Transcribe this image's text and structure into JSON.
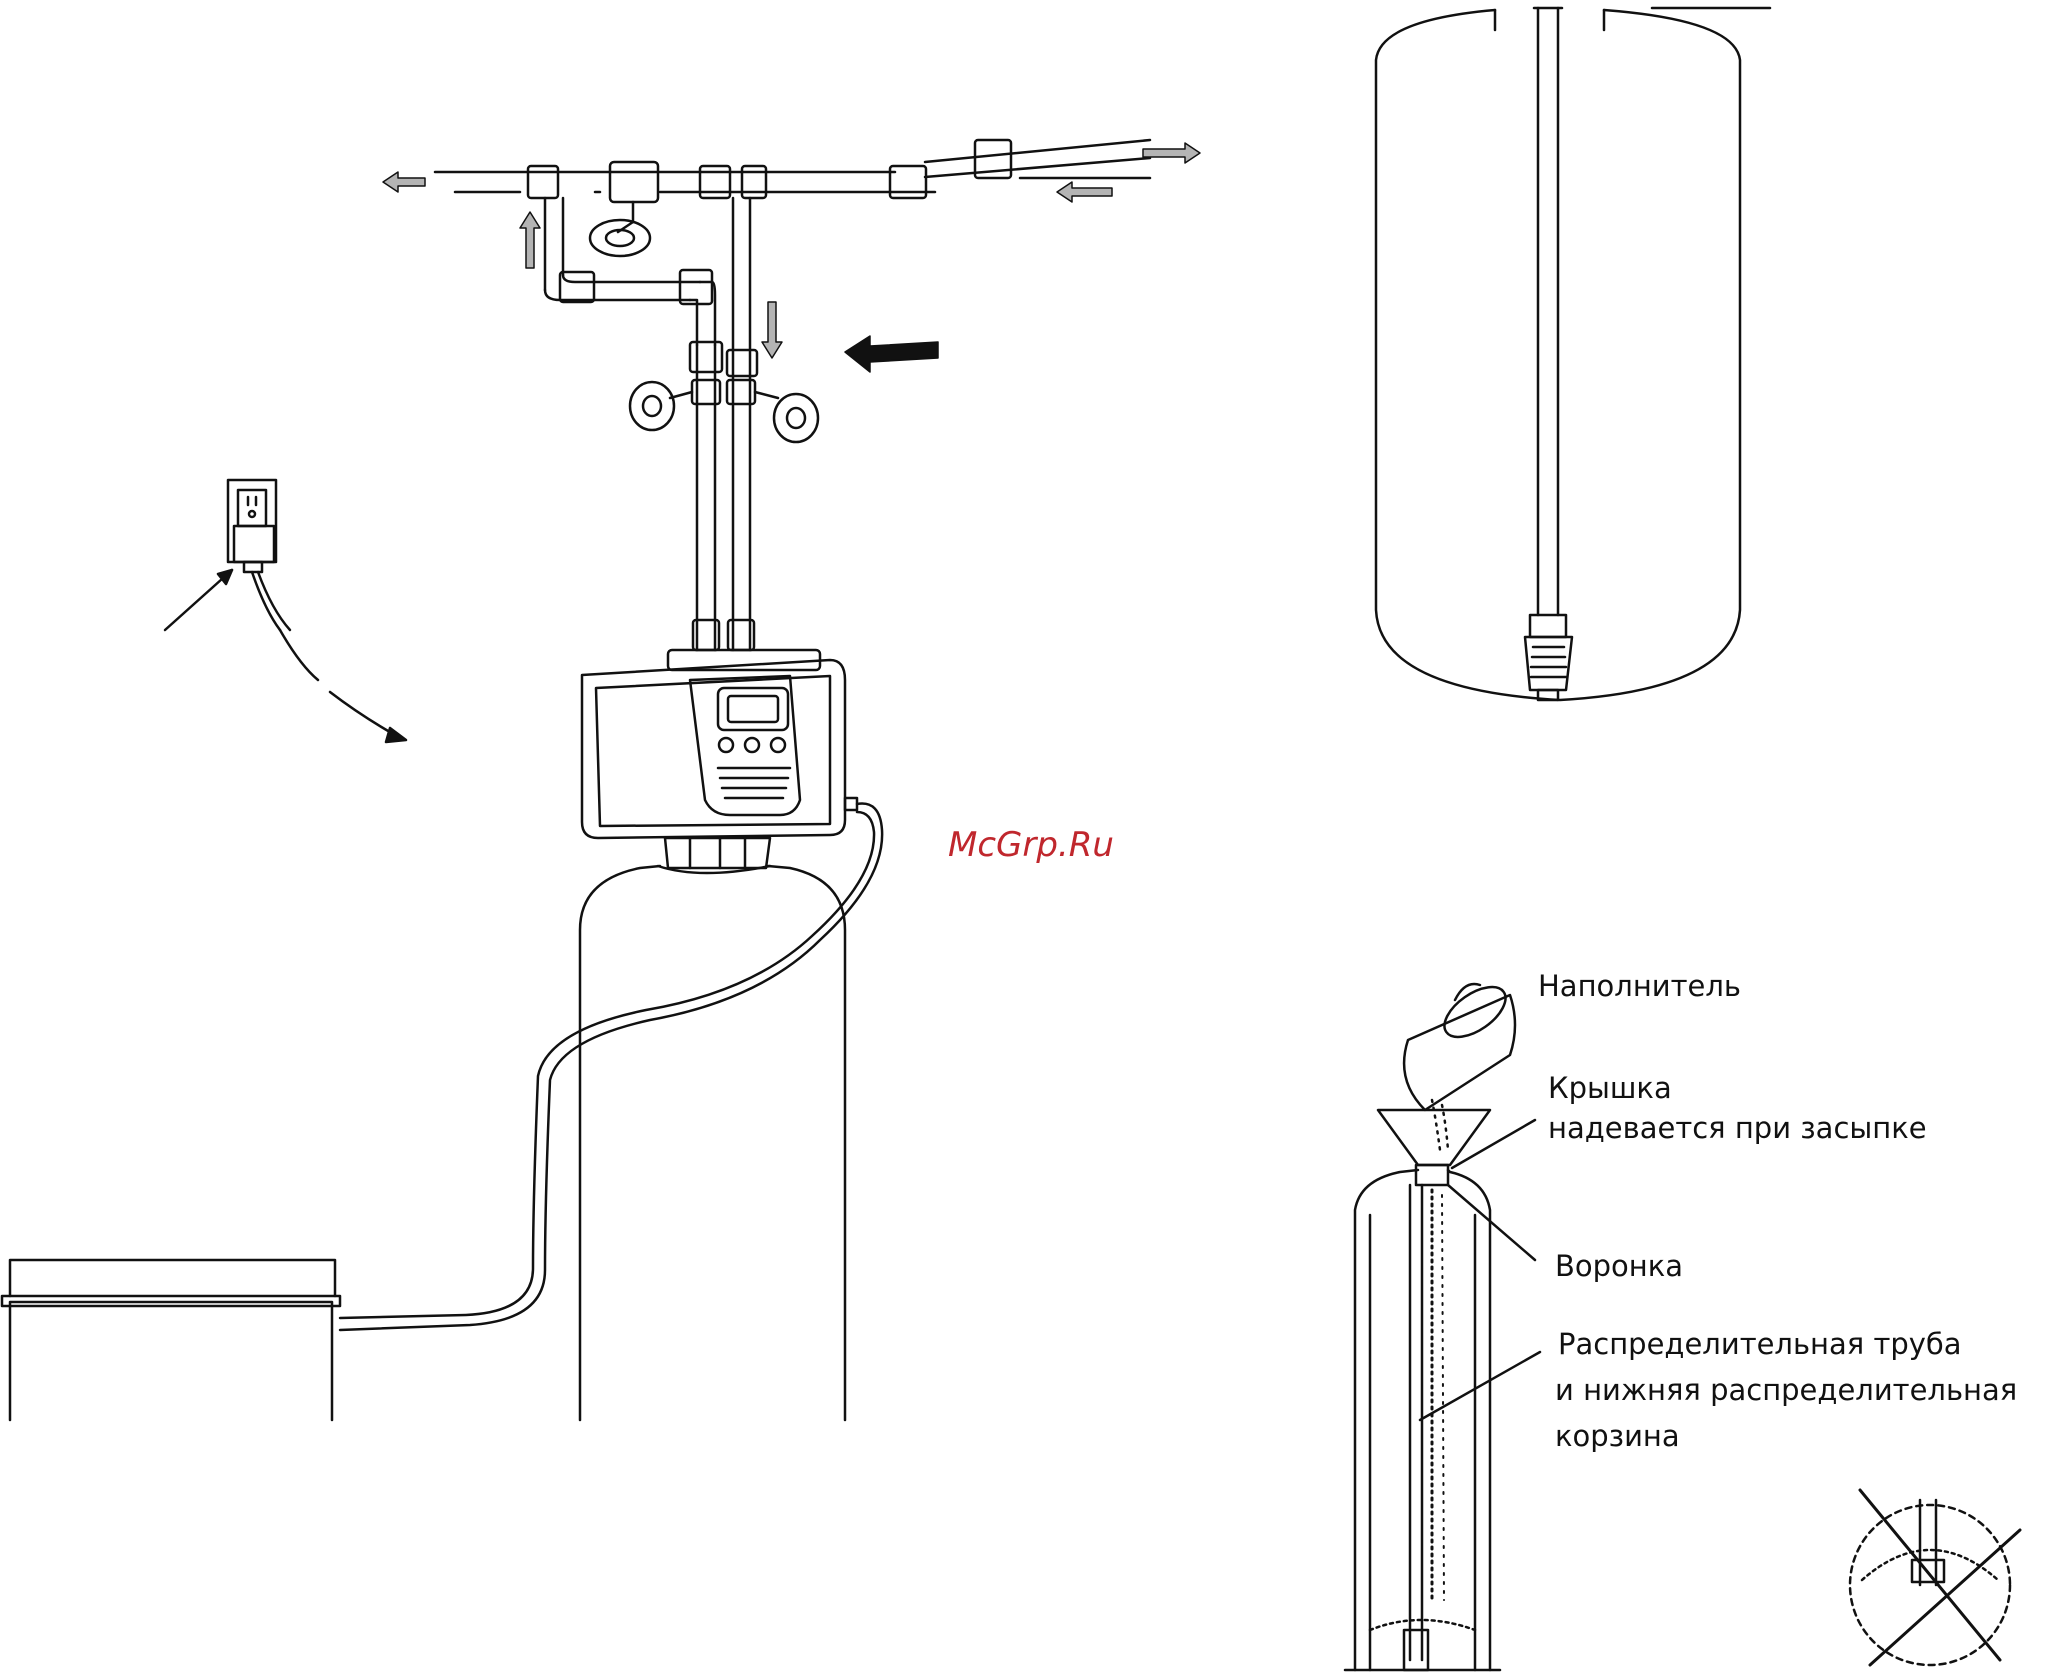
{
  "watermark": "McGrp.Ru",
  "labels": {
    "filler": "Наполнитель",
    "cap_line1": "Крышка",
    "cap_line2": "надевается при засыпке",
    "funnel": "Воронка",
    "tube_line1": "Распределительная труба",
    "tube_line2": "и нижняя распределительная",
    "tube_line3": "корзина"
  },
  "colors": {
    "ink": "#111111",
    "arrow_gray": "#b4b4b4",
    "watermark": "#c0272d"
  }
}
